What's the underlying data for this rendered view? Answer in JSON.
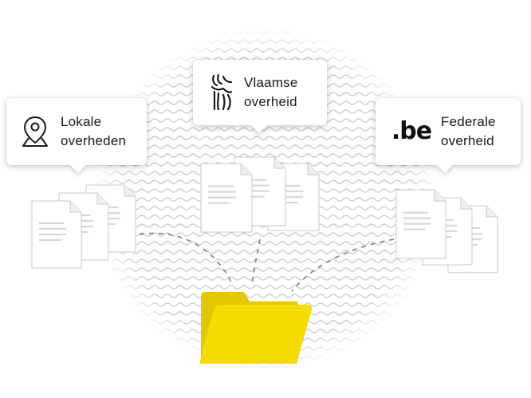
{
  "callouts": {
    "local": {
      "line1": "Lokale",
      "line2": "overheden",
      "icon": "map-pin-icon"
    },
    "flemish": {
      "line1": "Vlaamse",
      "line2": "overheid",
      "icon": "flemish-lion-logo"
    },
    "federal": {
      "line1": "Federale",
      "line2": "overheid",
      "icon": "be-logo",
      "logo_text": ".be",
      "logo_accent": "#e30613"
    }
  },
  "colors": {
    "folder": "#f5dc00",
    "folder_back": "#e2c800",
    "document": "#ffffff",
    "document_lines": "#d8d8d8",
    "wave": "#cfcfcf",
    "dashed_line": "#8a8a8a"
  }
}
